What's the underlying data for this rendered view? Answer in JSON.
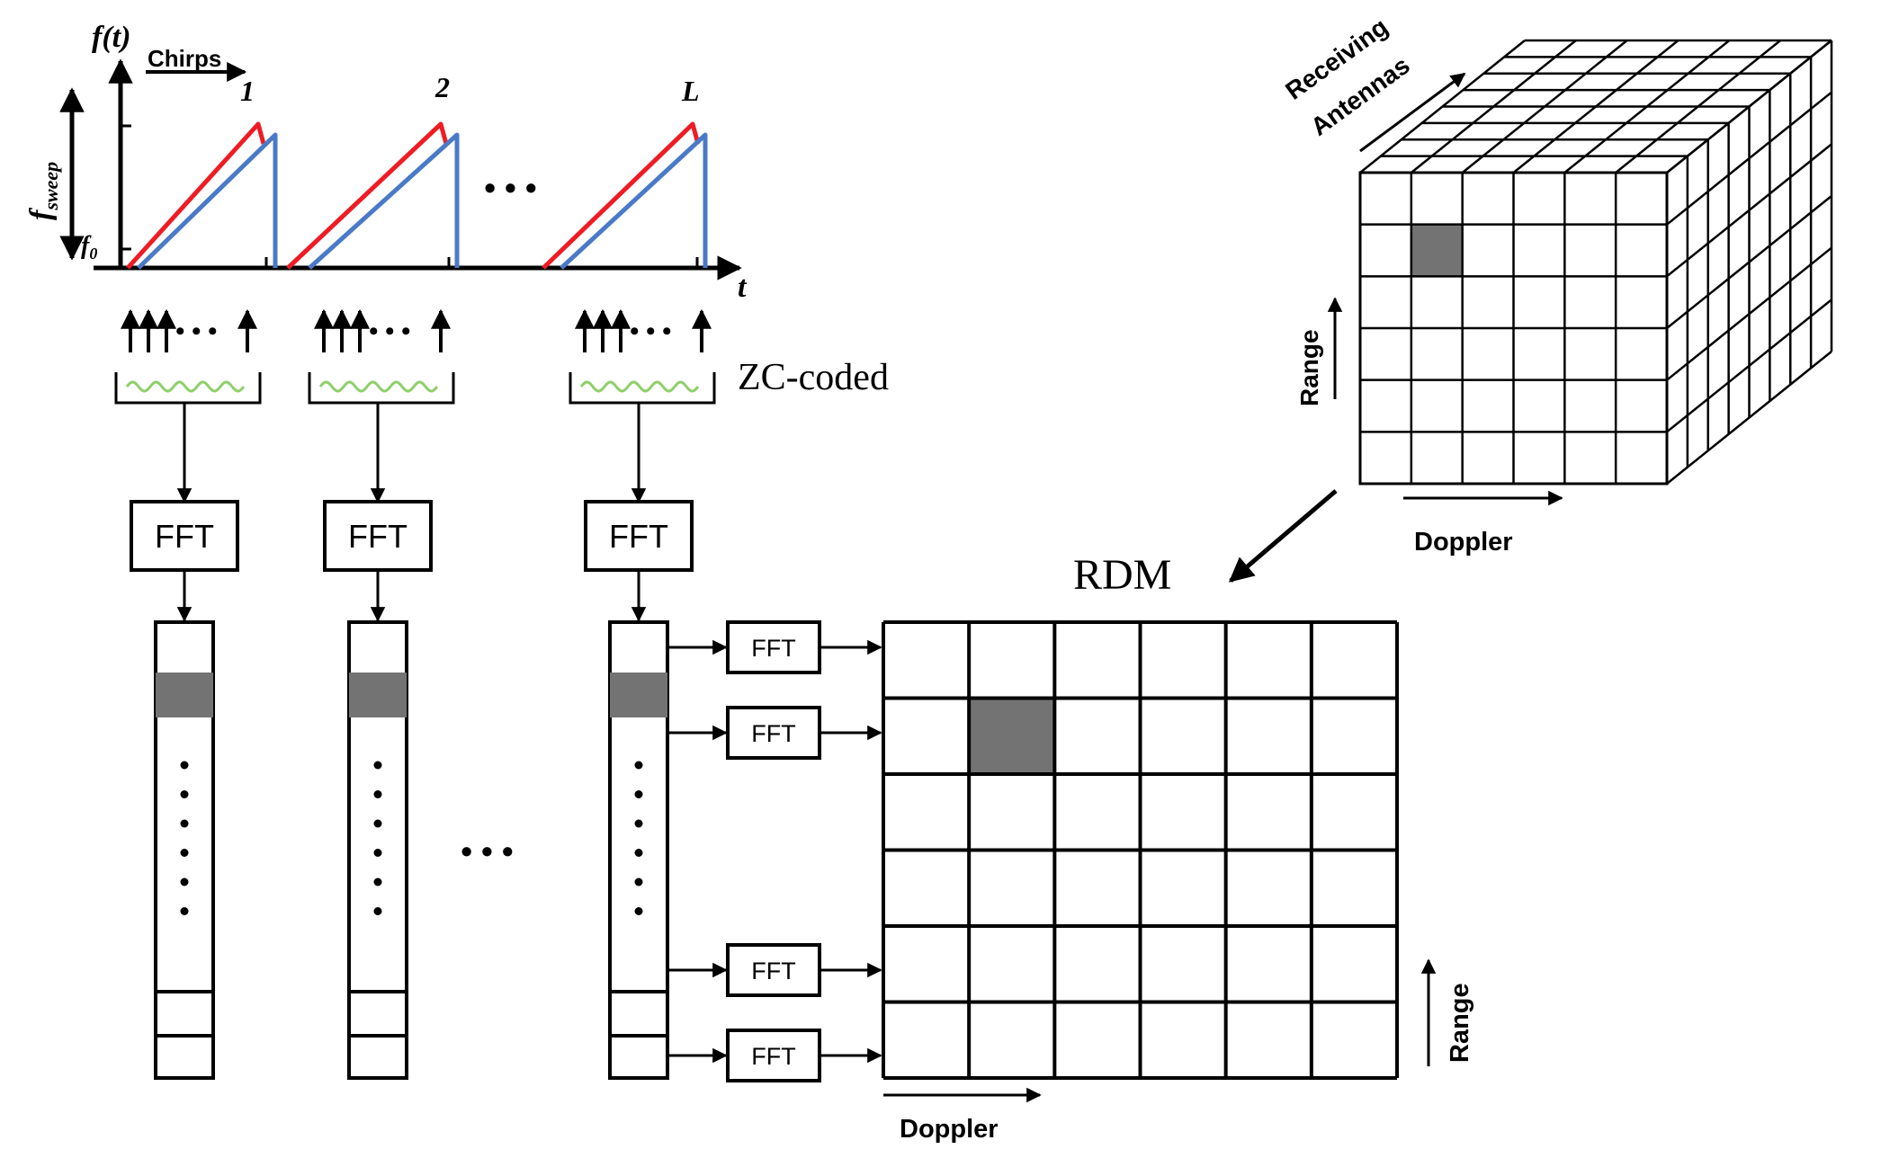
{
  "axes": {
    "y_label": "f(t)",
    "x_label": "t",
    "sweep_label": "f",
    "sweep_sub": "sweep",
    "f0_label": "f",
    "f0_sub": "0",
    "chirps_label": "Chirps"
  },
  "chirps": [
    {
      "label": "1"
    },
    {
      "label": "2"
    },
    {
      "label": "L"
    }
  ],
  "ellipsis": "• • •",
  "zc_label": "ZC-coded",
  "fft_label": "FFT",
  "rdm": {
    "title": "RDM",
    "rows": 6,
    "cols": 6,
    "highlight": [
      1,
      1
    ],
    "range_label": "Range",
    "doppler_label": "Doppler"
  },
  "cube": {
    "rows": 6,
    "cols": 6,
    "depth": 8,
    "highlight": [
      1,
      1
    ],
    "antennas_label_1": "Receiving",
    "antennas_label_2": "Antennas",
    "range_label": "Range",
    "doppler_label": "Doppler"
  },
  "colors": {
    "tx_chirp": "#ee1c24",
    "rx_chirp": "#4a7ac7",
    "zc_wave": "#8fcf6a",
    "highlight": "#737373"
  }
}
